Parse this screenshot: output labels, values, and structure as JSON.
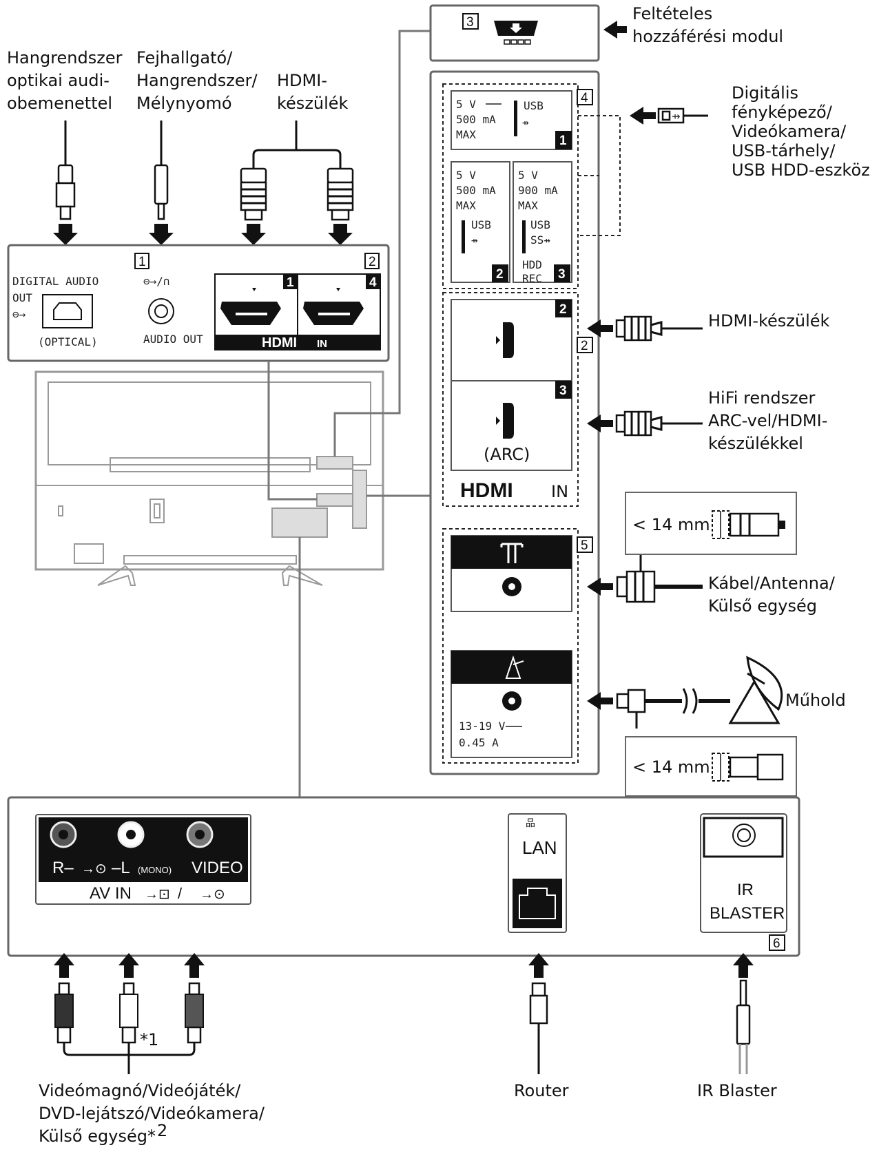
{
  "labels": {
    "optical_device": [
      "Hangrendszer",
      "optikai audi-",
      "obemenettel"
    ],
    "headphone_device": [
      "Fejhallgató/",
      "Hangrendszer/",
      "Mélynyomó"
    ],
    "hdmi_device_top": [
      "HDMI-",
      "készülék"
    ],
    "cam_module": [
      "Feltételes",
      "hozzáférési modul"
    ],
    "usb_devices": [
      "Digitális",
      "fényképező/",
      "Videókamera/",
      "USB-tárhely/",
      "USB HDD-eszköz"
    ],
    "hdmi_device_right": "HDMI-készülék",
    "hifi_arc": [
      "HiFi rendszer",
      "ARC-vel/HDMI-",
      "készülékkel"
    ],
    "cable_antenna": [
      "Kábel/Antenna/",
      "Külső egység"
    ],
    "satellite": "Műhold",
    "size_limit_1": "< 14 mm",
    "size_limit_2": "< 14 mm",
    "av_devices": [
      "Videómagnó/Videójáték/",
      "DVD-lejátszó/Videókamera/",
      "Külső egység*"
    ],
    "av_devices_note": "2",
    "av_footnote_1": "*1",
    "router": "Router",
    "ir_blaster_device": "IR Blaster"
  },
  "panel_left": {
    "box_num_1": "1",
    "box_num_2": "2",
    "digital_audio": "DIGITAL AUDIO",
    "out": "OUT",
    "optical": "(OPTICAL)",
    "audio_out": "AUDIO OUT",
    "hdmi_port_1": "1",
    "hdmi_port_4": "4",
    "hdmi_logo": "HDMI",
    "hdmi_in": "IN"
  },
  "panel_cam": {
    "box_num": "3"
  },
  "panel_right": {
    "usb1": {
      "volts": "5 V",
      "current": "500 mA",
      "max": "MAX",
      "label": "USB",
      "num": "1"
    },
    "usb2": {
      "volts": "5 V",
      "current": "500 mA",
      "max": "MAX",
      "label": "USB",
      "num": "2"
    },
    "usb3": {
      "volts": "5 V",
      "current": "900 mA",
      "max": "MAX",
      "label": "USB",
      "hdd": "HDD",
      "rec": "REC",
      "num": "3"
    },
    "box_num_4": "4",
    "hdmi2_num": "2",
    "hdmi3_num": "3",
    "arc": "(ARC)",
    "box_num_2": "2",
    "hdmi_logo": "HDMI",
    "hdmi_in": "IN",
    "box_num_5": "5",
    "sat_voltage": "13-19 V",
    "sat_current": "0.45 A"
  },
  "panel_bottom": {
    "av_r": "R–",
    "av_l": "–L",
    "av_mono": "(MONO)",
    "av_video": "VIDEO",
    "av_in": "AV IN",
    "av_slash": "/",
    "lan": "LAN",
    "ir": "IR",
    "blaster": "BLASTER",
    "box_num_6": "6"
  }
}
